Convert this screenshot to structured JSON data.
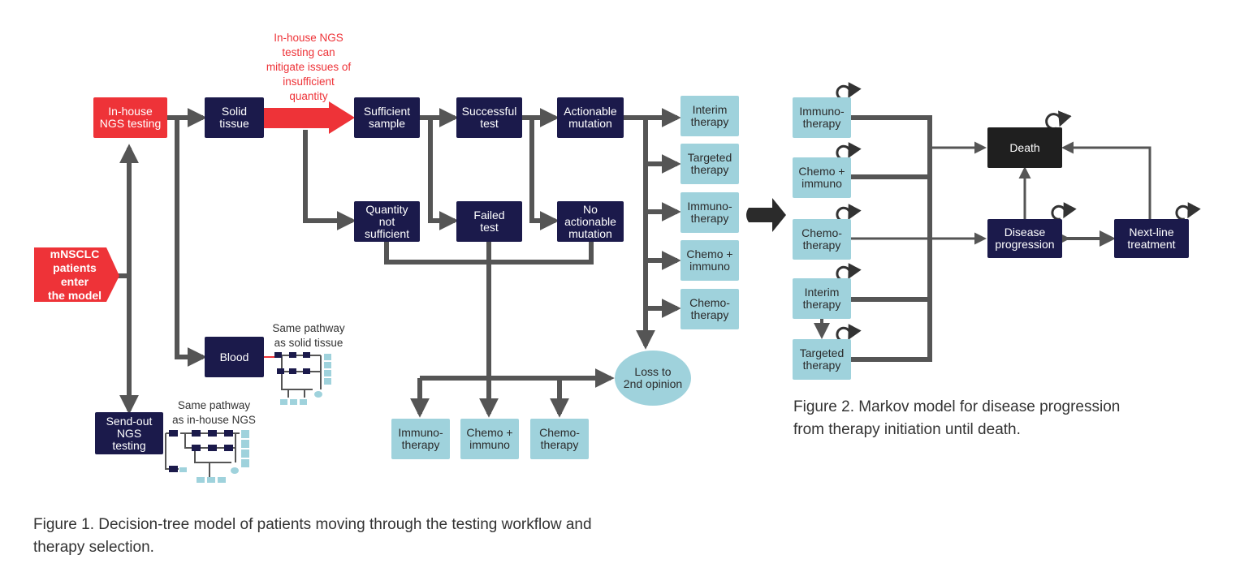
{
  "colors": {
    "navy": "#1b1a4b",
    "red": "#ee3338",
    "teal": "#9fd2dc",
    "black": "#1f1f1f",
    "connector": "#555555"
  },
  "figure1": {
    "entry": "mNSCLC\npatients enter\nthe model",
    "inhouse": "In-house\nNGS testing",
    "sendout": "Send-out\nNGS\ntesting",
    "solid_tissue": "Solid\ntissue",
    "blood": "Blood",
    "sufficient_sample": "Sufficient\nsample",
    "quantity_not_sufficient": "Quantity\nnot\nsufficient",
    "successful_test": "Successful\ntest",
    "failed_test": "Failed\ntest",
    "actionable": "Actionable\nmutation",
    "no_actionable": "No\nactionable\nmutation",
    "therapies_right": [
      "Interim\ntherapy",
      "Targeted\ntherapy",
      "Immuno-\ntherapy",
      "Chemo +\nimmuno",
      "Chemo-\ntherapy"
    ],
    "therapies_bottom": [
      "Immuno-\ntherapy",
      "Chemo +\nimmuno",
      "Chemo-\ntherapy"
    ],
    "loss": "Loss to\n2nd opinion",
    "annotation": "In-house NGS\ntesting can\nmitigate issues of\ninsufficient\nquantity",
    "same_solid": "Same pathway\nas solid tissue",
    "same_inhouse": "Same pathway\nas in-house NGS",
    "caption": "Figure 1. Decision-tree model of patients moving through the testing workflow and\ntherapy selection."
  },
  "figure2": {
    "states": [
      "Immuno-\ntherapy",
      "Chemo +\nimmuno",
      "Chemo-\ntherapy",
      "Interim\ntherapy",
      "Targeted\ntherapy"
    ],
    "death": "Death",
    "progression": "Disease\nprogression",
    "nextline": "Next-line\ntreatment",
    "caption": "Figure 2. Markov model for disease progression\nfrom therapy initiation until death."
  }
}
